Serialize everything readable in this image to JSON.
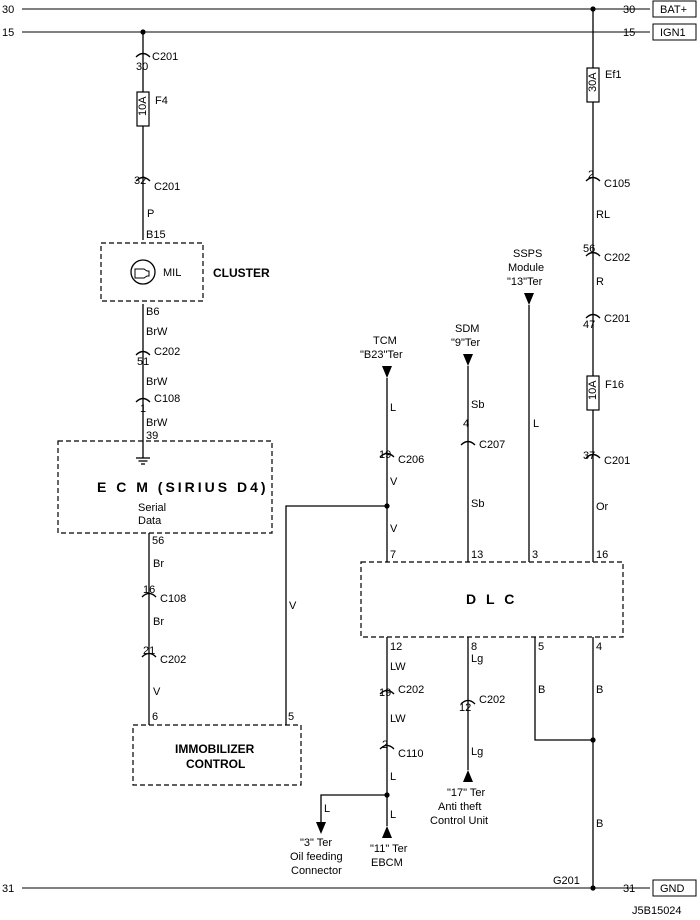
{
  "rails": {
    "bat": {
      "left_num": "30",
      "right_num": "30",
      "label": "BAT+"
    },
    "ign": {
      "left_num": "15",
      "right_num": "15",
      "label": "IGN1"
    },
    "gnd": {
      "left_num": "31",
      "right_num": "31",
      "label": "GND",
      "ground_point": "G201"
    }
  },
  "left_circuit": {
    "c201_top": {
      "pin": "30",
      "name": "C201"
    },
    "fuse_f4": {
      "rating": "10A",
      "name": "F4"
    },
    "c201_mid": {
      "pin": "32",
      "name": "C201"
    },
    "wire_p": "P",
    "cluster": {
      "title": "CLUSTER",
      "pin_in": "B15",
      "lamp": "MIL",
      "pin_out": "B6"
    },
    "wire_brw_1": "BrW",
    "c202": {
      "pin": "51",
      "name": "C202"
    },
    "wire_brw_2": "BrW",
    "c108": {
      "pin": "1",
      "name": "C108"
    },
    "wire_brw_3": "BrW",
    "ecm": {
      "pin_in": "39",
      "title": "E C M  (SIRIUS D4)",
      "serial_1": "Serial",
      "serial_2": "Data",
      "pin_out": "56"
    },
    "wire_br_1": "Br",
    "c108_b": {
      "pin": "16",
      "name": "C108"
    },
    "wire_br_2": "Br",
    "c202_b": {
      "pin": "21",
      "name": "C202"
    },
    "wire_v": "V",
    "immobilizer": {
      "line1": "IMMOBILIZER",
      "line2": "CONTROL",
      "pin6": "6",
      "pin5": "5"
    },
    "wire_v_loop": "V"
  },
  "right_circuit": {
    "fuse_ef1": {
      "rating": "30A",
      "name": "Ef1"
    },
    "c105": {
      "pin": "2",
      "name": "C105"
    },
    "wire_rl": "RL",
    "c202": {
      "pin": "56",
      "name": "C202"
    },
    "wire_r": "R",
    "c201": {
      "pin": "47",
      "name": "C201"
    },
    "fuse_f16": {
      "rating": "10A",
      "name": "F16"
    },
    "c201_b": {
      "pin": "37",
      "name": "C201"
    },
    "wire_or": "Or"
  },
  "tcm": {
    "line1": "TCM",
    "line2": "\"B23\"Ter",
    "wire_l": "L",
    "conn_pin": "19",
    "conn_name": "C206",
    "wire_v1": "V",
    "wire_v2": "V"
  },
  "sdm": {
    "line1": "SDM",
    "line2": "\"9\"Ter",
    "wire_sb1": "Sb",
    "conn_pin": "4",
    "conn_name": "C207",
    "wire_sb2": "Sb"
  },
  "ssps": {
    "line1": "SSPS",
    "line2": "Module",
    "line3": "\"13\"Ter",
    "wire_l": "L"
  },
  "dlc": {
    "title": "D L C",
    "pins_top": [
      "7",
      "13",
      "3",
      "16"
    ],
    "pins_bottom": [
      "12",
      "8",
      "5",
      "4"
    ]
  },
  "dlc_bottom": {
    "wire_lw1": "LW",
    "c202": {
      "pin": "19",
      "name": "C202"
    },
    "wire_lw2": "LW",
    "c110": {
      "pin": "2",
      "name": "C110"
    },
    "wire_l1": "L",
    "wire_l_left": "L",
    "wire_l_down": "L",
    "oil": {
      "line1": "\"3\" Ter",
      "line2": "Oil feeding",
      "line3": "Connector"
    },
    "ebcm": {
      "line1": "\"11\" Ter",
      "line2": "EBCM"
    },
    "wire_lg1": "Lg",
    "c202_lg": {
      "pin": "12",
      "name": "C202"
    },
    "wire_lg2": "Lg",
    "antitheft": {
      "line1": "\"17\" Ter",
      "line2": "Anti theft",
      "line3": "Control Unit"
    },
    "wire_b1": "B",
    "wire_b2": "B",
    "wire_b3": "B"
  },
  "figure_id": "J5B15024"
}
